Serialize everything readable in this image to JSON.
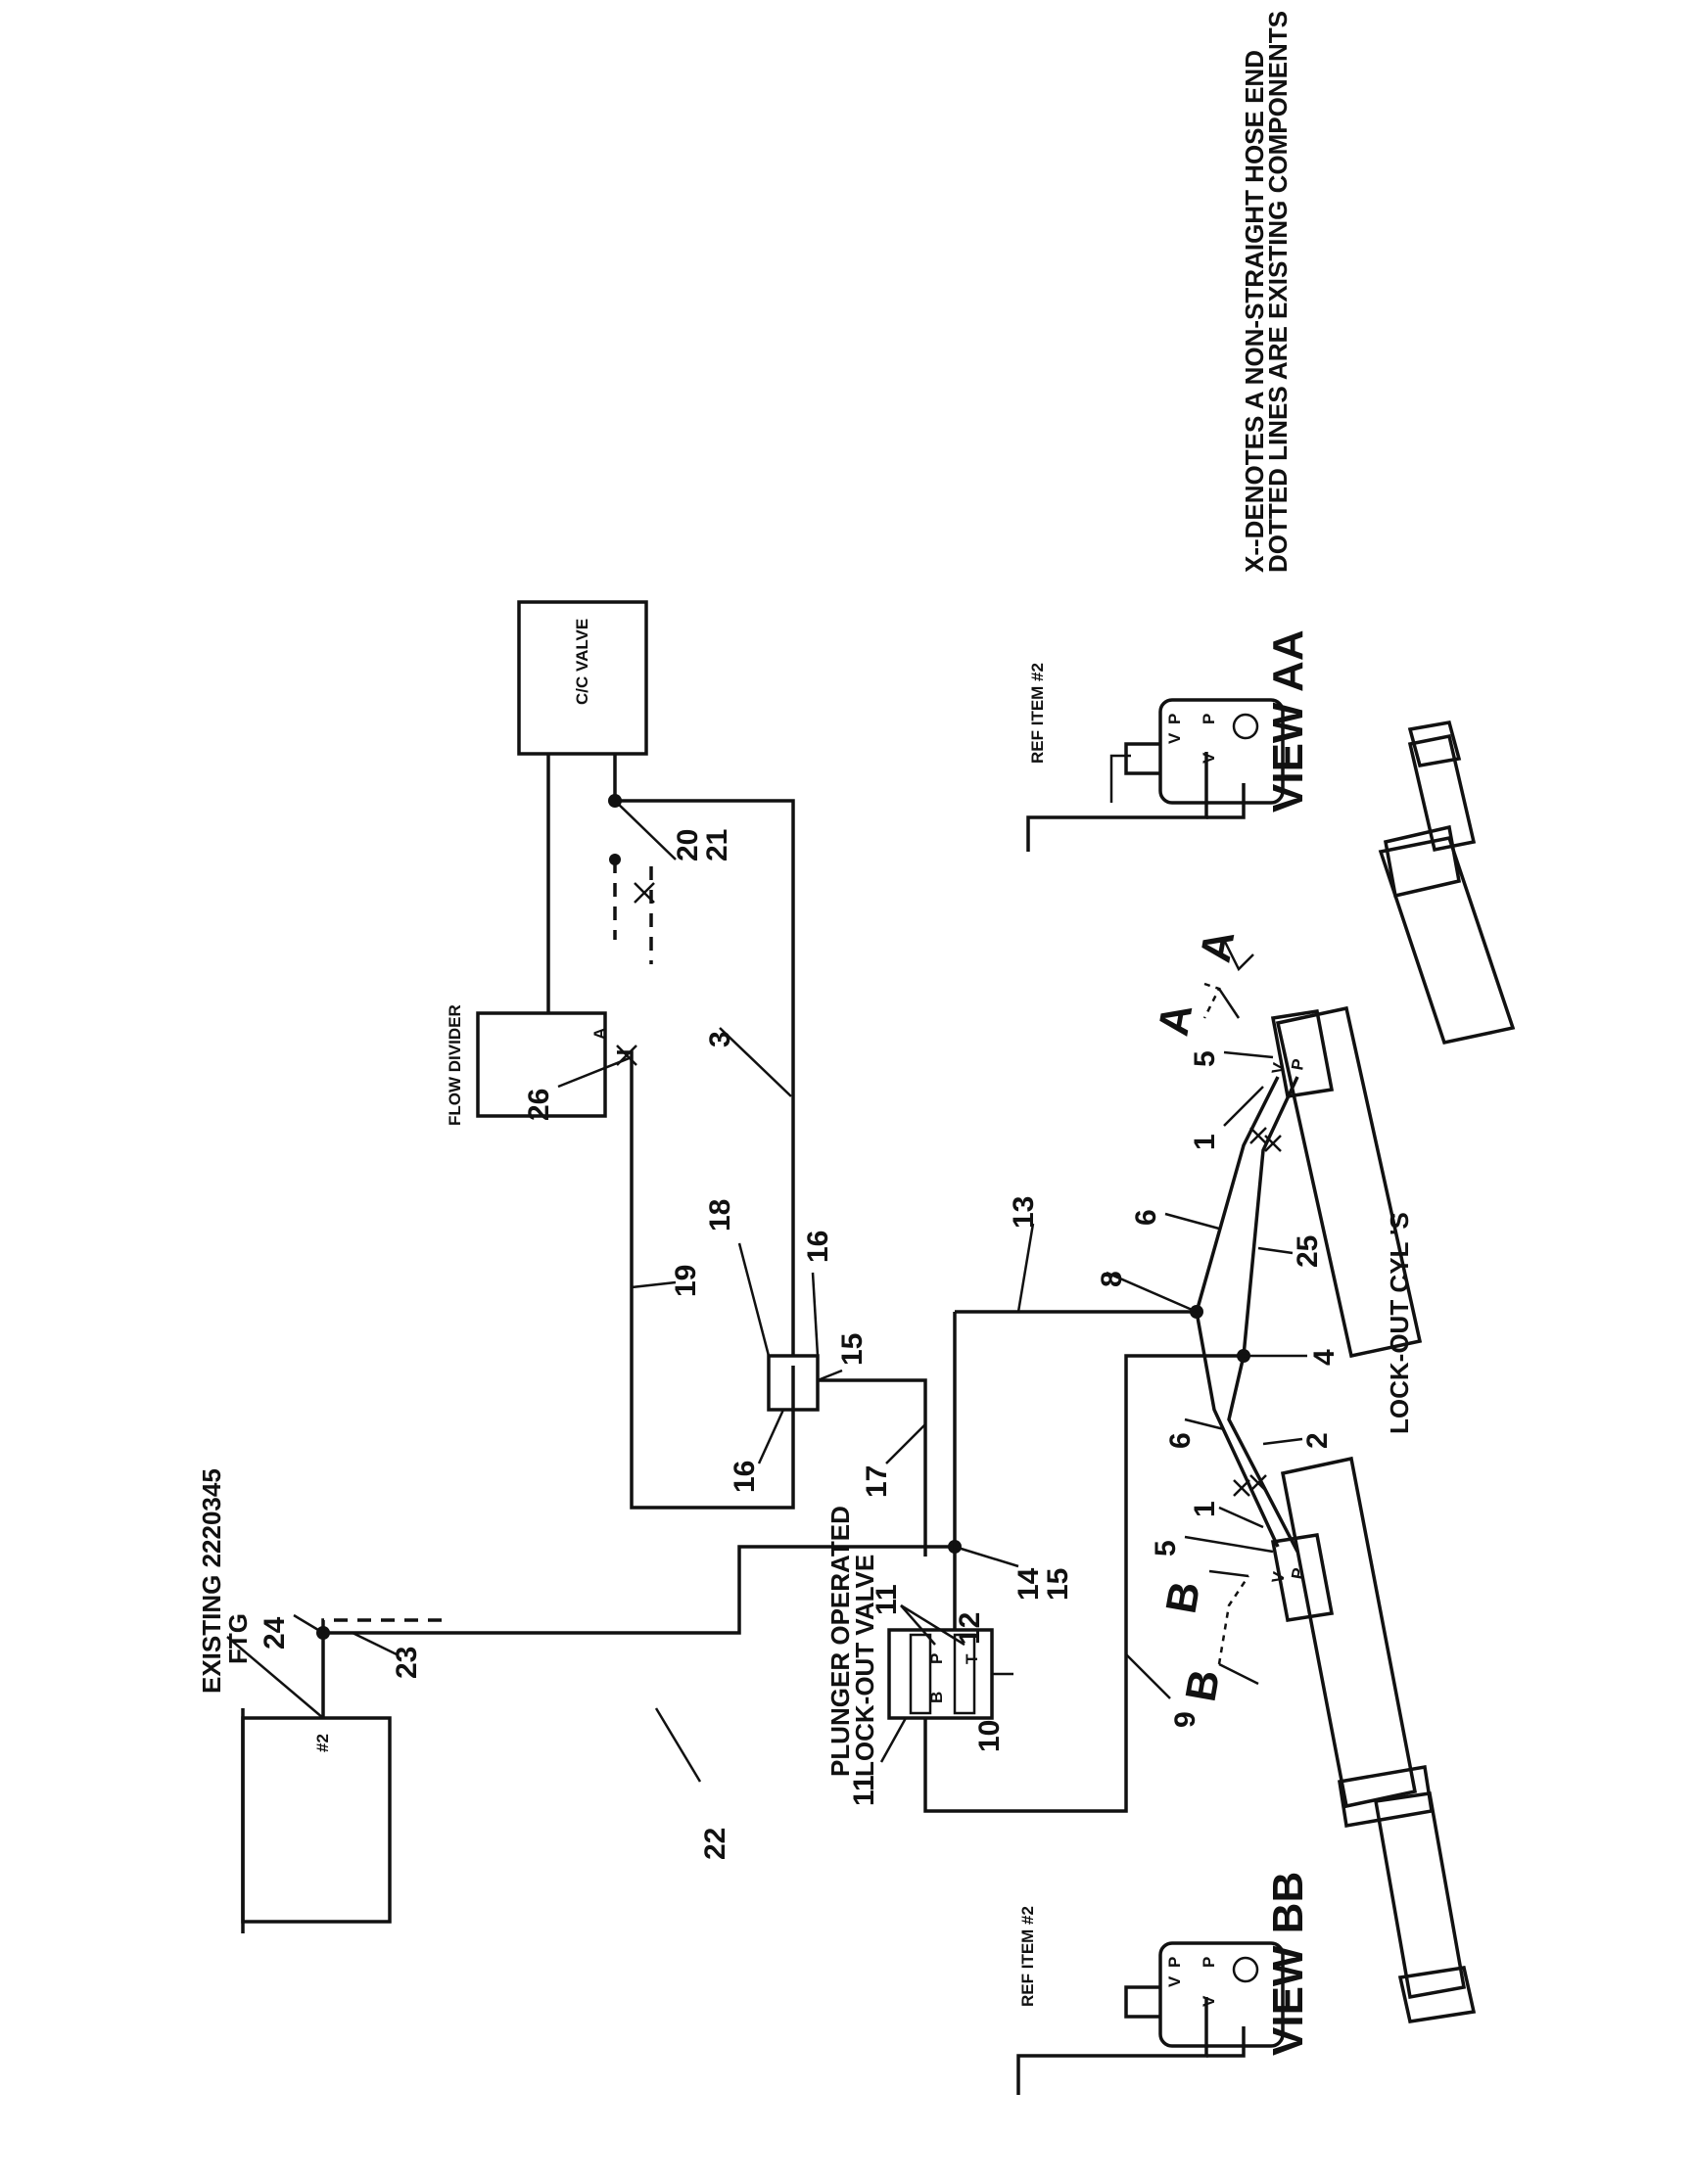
{
  "notes": {
    "line1": "X--DENOTES A NON-STRAIGHT HOSE END",
    "line2": "DOTTED LINES ARE EXISTING COMPONENTS"
  },
  "existing": {
    "line1": "EXISTING 2220345",
    "line2": "FTG"
  },
  "tank_port": "#2",
  "components": {
    "cc_valve": "C/C VALVE",
    "flow_divider": "FLOW DIVIDER",
    "flow_divider_port": "A",
    "lockout_valve_line1": "PLUNGER OPERATED",
    "lockout_valve_line2": "LOCK-OUT VALVE",
    "lockout_cyls": "LOCK-OUT CYL 'S"
  },
  "ports": {
    "v": "V",
    "p": "P",
    "t": "T",
    "b": "B",
    "x": "X"
  },
  "views": {
    "aa": {
      "title": "VIEW AA",
      "ref": "REF ITEM #2"
    },
    "bb": {
      "title": "VIEW BB",
      "ref": "REF ITEM #2"
    }
  },
  "section_marks": {
    "a": "A",
    "b": "B"
  },
  "item_numbers": {
    "n1a": "1",
    "n1b": "1",
    "n2": "2",
    "n3": "3",
    "n4": "4",
    "n5a": "5",
    "n5b": "5",
    "n6a": "6",
    "n6b": "6",
    "n8": "8",
    "n9": "9",
    "n10": "10",
    "n11a": "11",
    "n11b": "11",
    "n12": "12",
    "n13": "13",
    "n14": "14",
    "n15a": "15",
    "n15b": "15",
    "n16a": "16",
    "n16b": "16",
    "n17": "17",
    "n18": "18",
    "n19": "19",
    "n20": "20",
    "n21": "21",
    "n22": "22",
    "n23": "23",
    "n24": "24",
    "n25": "25",
    "n26": "26"
  }
}
